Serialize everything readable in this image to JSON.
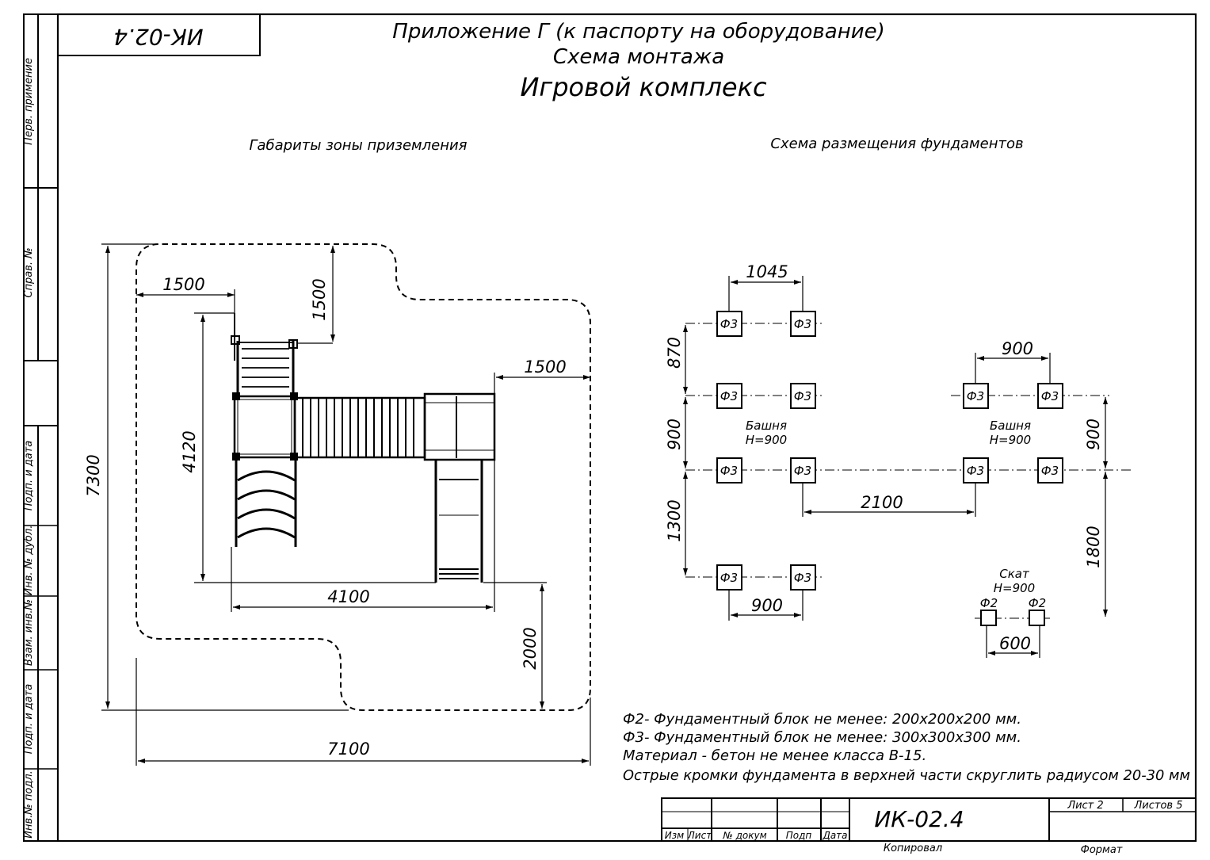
{
  "header": {
    "code_rotated": "ИК-02.4",
    "line1": "Приложение Г (к паспорту на оборудование)",
    "line2": "Схема монтажа",
    "line3": "Игровой комплекс"
  },
  "left_margin": {
    "perv_primenenie": "Перв. примение",
    "sprav_no": "Справ. №",
    "podp_i_data_1": "Подп. и дата",
    "inv_no_dubl": "Инв. № дубл.",
    "vzam_inv_no": "Взам. инв.№",
    "podp_i_data_2": "Подп. и дата",
    "inv_no_podl": "Инв.№ подл."
  },
  "left_drawing": {
    "title": "Габариты зоны приземления",
    "dims": {
      "total_height": "7300",
      "total_width": "7100",
      "inner_height": "4120",
      "inner_width": "4100",
      "offset_left": "1500",
      "offset_top": "1500",
      "offset_right": "1500",
      "offset_bottom": "2000"
    }
  },
  "right_drawing": {
    "title": "Схема размещения фундаментов",
    "dims": {
      "top_width": "1045",
      "left_870": "870",
      "left_900": "900",
      "left_1300": "1300",
      "bottom_900": "900",
      "right_top_900": "900",
      "right_side_900": "900",
      "middle_2100": "2100",
      "right_1800": "1800",
      "slide_600": "600"
    },
    "block_f3": "Ф3",
    "block_f2": "Ф2",
    "tower_left": [
      "Башня",
      "H=900"
    ],
    "tower_right": [
      "Башня",
      "H=900"
    ],
    "slide": [
      "Скат",
      "H=900"
    ]
  },
  "notes": [
    "Ф2- Фундаментный блок не менее: 200х200х200 мм.",
    "Ф3- Фундаментный блок не менее: 300х300х300 мм.",
    "Материал - бетон не менее класса В-15.",
    "Острые кромки фундамента в верхней части скруглить радиусом 20-30 мм"
  ],
  "title_block": {
    "columns": [
      "Изм",
      "Лист",
      "№ докум",
      "Подп",
      "Дата"
    ],
    "code": "ИК-02.4",
    "sheet": "Лист 2",
    "sheets": "Листов 5",
    "copied": "Копировал",
    "format": "Формат"
  }
}
